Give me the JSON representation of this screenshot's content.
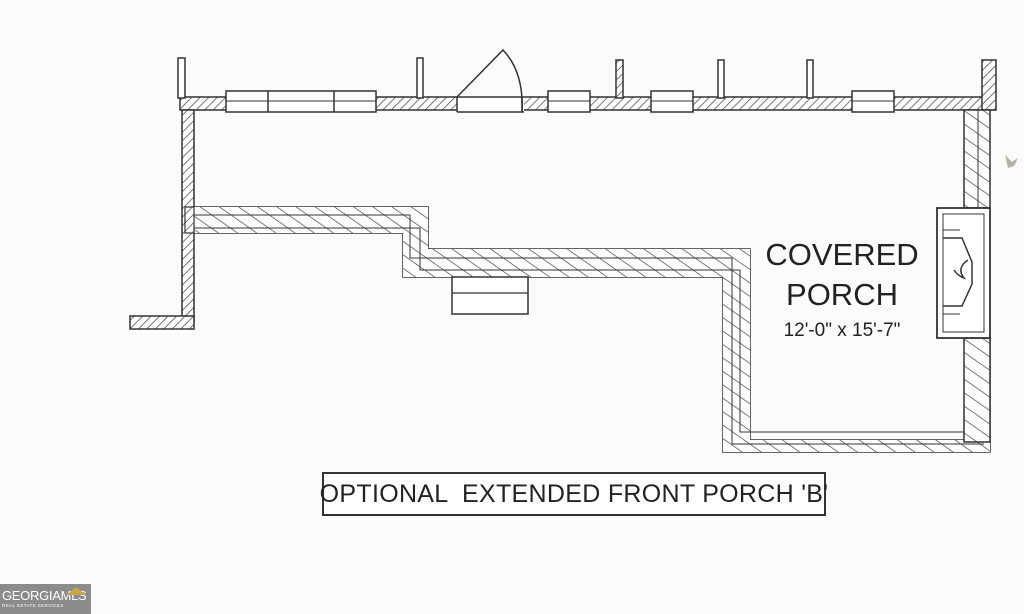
{
  "room": {
    "name_line1": "COVERED",
    "name_line2": "PORCH",
    "dimensions": "12'-0\" x 15'-7\""
  },
  "caption": "OPTIONAL  EXTENDED FRONT PORCH 'B'",
  "watermark": {
    "brand": "GEORGIAMLS",
    "tagline": "REAL ESTATE SERVICES"
  },
  "colors": {
    "line": "#333333",
    "hatch": "#555555",
    "background": "#fbfbfb",
    "watermark_bg": "#8b8b8b"
  },
  "icons": {
    "fireplace": "fireplace-icon",
    "door_swing": "door-swing-icon"
  }
}
